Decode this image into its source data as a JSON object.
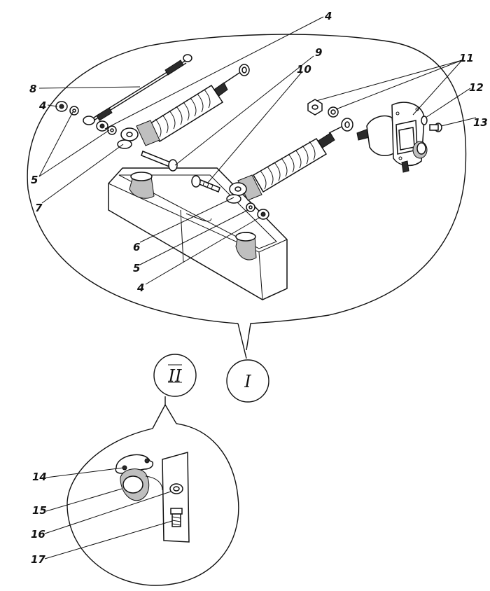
{
  "callouts": {
    "c4_top": "4",
    "c8": "8",
    "c9": "9",
    "c10": "10",
    "c11": "11",
    "c12": "12",
    "c13": "13",
    "c4_left": "4",
    "c5_left": "5",
    "c7": "7",
    "c6": "6",
    "c5_bottom": "5",
    "c4_bottom": "4",
    "c14": "14",
    "c15": "15",
    "c16": "16",
    "c17": "17"
  },
  "views": {
    "view_i": "I",
    "view_ii": "II"
  },
  "colors": {
    "ink": "#111111",
    "paper": "#ffffff",
    "shade": "#bfbfbf"
  }
}
